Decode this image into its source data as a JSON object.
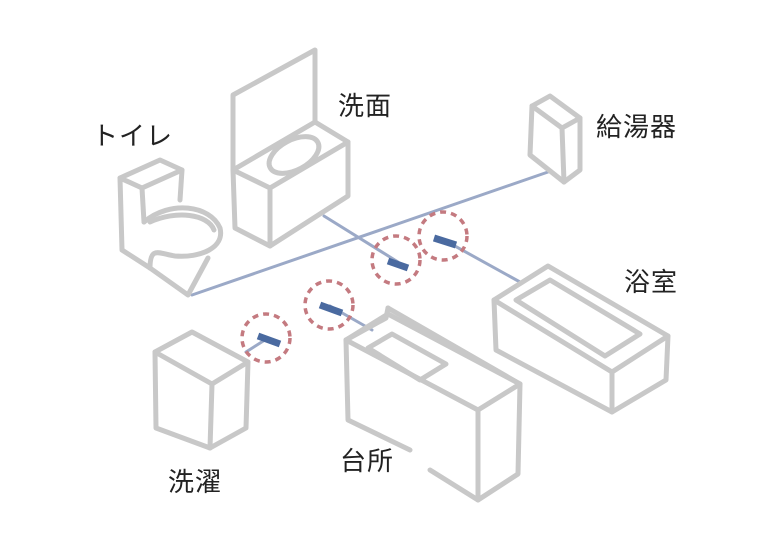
{
  "labels": {
    "toilet": "トイレ",
    "washbasin": "洗面",
    "water_heater": "給湯器",
    "bath": "浴室",
    "kitchen": "台所",
    "laundry": "洗濯"
  },
  "colors": {
    "fixture_outline": "#c8c8c8",
    "pipe": "#9ba9c7",
    "joint": "#4a6aa0",
    "ring": "#c47a80"
  }
}
